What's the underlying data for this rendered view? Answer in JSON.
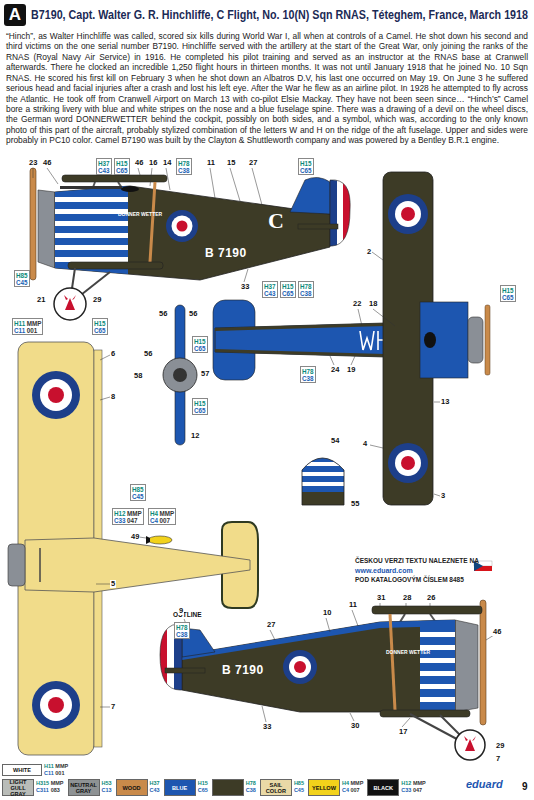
{
  "diagram": {
    "title": "B7190, Capt. Walter G. R. Hinchliffe, C Flight, No. 10(N) Sqn RNAS, Téteghem, France, March 1918",
    "caption": "“Hinch”, as Walter Hinchliffe was called, scored six kills during World War I, all when at controls of a Camel. He shot down his second and third victims on the one serial number B7190. Hinchliffe served with the artillery at the start of the Great War, only joining the ranks of the RNAS (Royal Navy Air Service) in 1916. He completed his pilot training and served as an instructor at the RNAS base at Cranwell afterwards. There he clocked an incredible 1,250 flight hours in thirteen months. It was not until January 1918 that he joined No. 10 Sqn RNAS. He scored his first kill on February 3 when he shot down an Albatros D.V, his last one occurred on May 19. On June 3 he suffered serious head and facial injuries after a crash and lost his left eye. After the War he flew as an airline pilot. In 1928 he attempted to fly across the Atlantic. He took off from Cranwell Airport on March 13 with co-pilot Elsie Mackay. They have not been seen since… “Hinch’s” Camel bore a striking livery with blue and white stripes on the nose and a blue fuselage spine. There was a drawing of a devil on the wheel discs, the German word DONNERWETTER behind the cockpit, possibly on both sides, and a symbol, which was, according to the only known photo of this part of the aircraft, probably stylized combination of the letters W and H on the ridge of the aft fuselage. Upper and sides were probably in PC10 color. Camel B7190 was built by the Clayton & Shuttleworth company and was powered by a Bentley B.R.1 engine.",
    "nodes": [
      {
        "text": [
          "H37",
          "C43"
        ]
      },
      {
        "text": [
          "H15",
          "C65"
        ]
      },
      {
        "text": [
          "H78",
          "C38"
        ]
      },
      {
        "text": [
          "H15",
          "C65"
        ]
      },
      {
        "text": [
          "H85",
          "C45"
        ]
      },
      {
        "text": [
          "H11",
          "MMP",
          "C11",
          "001"
        ]
      },
      {
        "text": [
          "H15",
          "C65"
        ]
      },
      {
        "text": [
          "H37",
          "C43"
        ]
      },
      {
        "text": [
          "H15",
          "C65"
        ]
      },
      {
        "text": [
          "H78",
          "C38"
        ]
      },
      {
        "text": [
          "H15",
          "C65"
        ]
      },
      {
        "text": [
          "H78",
          "C38"
        ]
      },
      {
        "text": [
          "H15",
          "C65"
        ]
      },
      {
        "text": [
          "H15",
          "C65"
        ]
      },
      {
        "text": [
          "H85",
          "C45"
        ]
      },
      {
        "text": [
          "H12",
          "MMP",
          "C33",
          "047"
        ]
      },
      {
        "text": [
          "H4",
          "MMP",
          "C4",
          "007"
        ]
      },
      {
        "text": [
          "H78",
          "C38"
        ]
      }
    ],
    "labels": [
      "A",
      "23",
      "46",
      "46",
      "16",
      "14",
      "11",
      "15",
      "27",
      "C",
      "DONNER WETTER",
      "B 7190",
      "33",
      "21",
      "29",
      "2",
      "22",
      "18",
      "24",
      "19",
      "13",
      "4",
      "3",
      "56",
      "56",
      "56",
      "58",
      "57",
      "12",
      "6",
      "8",
      "49",
      "5",
      "7",
      "OUTLINE",
      "54",
      "55",
      "9",
      "27",
      "10",
      "11",
      "31",
      "28",
      "26",
      "46",
      "B 7190",
      "DONNER WETTER",
      "33",
      "30",
      "17",
      "29",
      "7",
      "ČESKOU VERZI TEXTU NALEZNETE NA",
      "www.eduard.com",
      "POD KATALOGOVÝM ČÍSLEM 8485",
      "H11",
      "MMP",
      "C11",
      "001",
      "H315",
      "MMP",
      "C311",
      "083",
      "H53",
      "C13",
      "H37",
      "C43",
      "H15",
      "C65",
      "C38",
      "H85",
      "C45",
      "H4",
      "MMP",
      "C4",
      "007",
      "H12",
      "MMP",
      "C33",
      "047",
      "eduard",
      "9"
    ],
    "legend": [
      {
        "text": "WHITE",
        "color": "#ffffff"
      },
      {
        "text": "LIGHT GULL GRAY",
        "color": "#b9bcb8"
      },
      {
        "text": "NEUTRAL GRAY",
        "color": "#8e9294"
      },
      {
        "text": "WOOD",
        "color": "#c98a4a"
      },
      {
        "text": "BLUE",
        "color": "#1d56b0"
      },
      {
        "text": "H78",
        "color": "#3d3b26"
      },
      {
        "text": "SAIL COLOR",
        "color": "#e9d9a6"
      },
      {
        "text": "YELLOW",
        "color": "#f2d21b"
      },
      {
        "text": "BLACK",
        "color": "#111111"
      }
    ]
  }
}
